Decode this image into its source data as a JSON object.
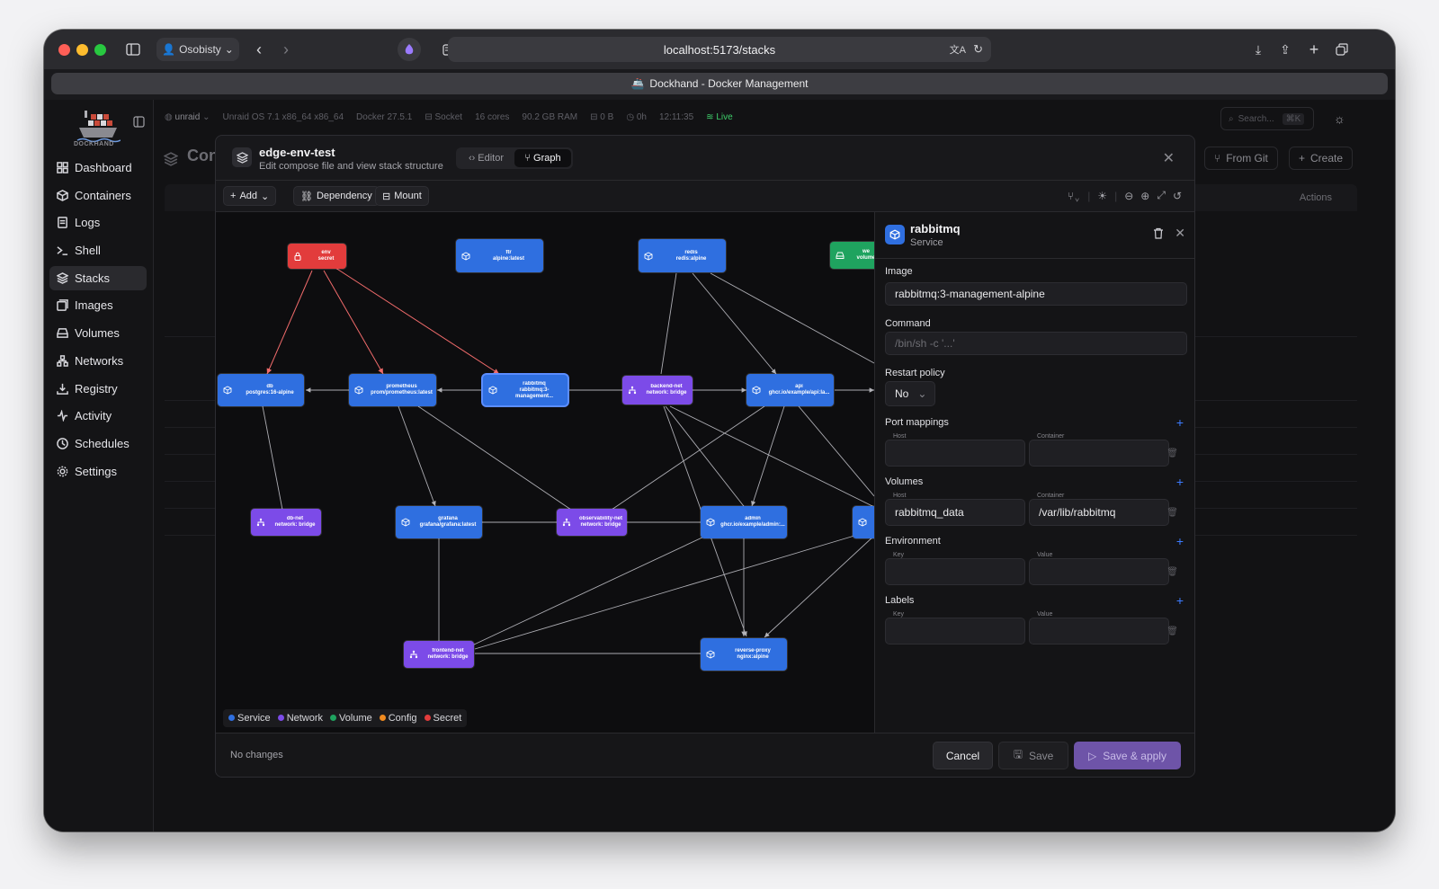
{
  "browser": {
    "profile": "Osobisty",
    "url": "localhost:5173/stacks",
    "tab_title": "Dockhand - Docker Management"
  },
  "app": {
    "logo_text": "DOCKHAND",
    "nav": [
      "Dashboard",
      "Containers",
      "Logs",
      "Shell",
      "Stacks",
      "Images",
      "Volumes",
      "Networks",
      "Registry",
      "Activity",
      "Schedules",
      "Settings"
    ],
    "active_nav": "Stacks",
    "host": "unraid",
    "host_info": [
      "Unraid OS 7.1 x86_64 x86_64",
      "Docker 27.5.1",
      "Socket",
      "16 cores",
      "90.2 GB RAM",
      "0 B",
      "0h",
      "12:11:35"
    ],
    "live": "Live",
    "search_placeholder": "Search...",
    "search_shortcut": "⌘K",
    "page_title": "Con",
    "from_git": "From Git",
    "create": "Create",
    "actions_col": "Actions"
  },
  "modal": {
    "title": "edge-env-test",
    "subtitle": "Edit compose file and view stack structure",
    "tab_editor": "Editor",
    "tab_graph": "Graph",
    "toolbar": {
      "add": "Add",
      "dependency": "Dependency",
      "mount": "Mount"
    },
    "legend": [
      "Service",
      "Network",
      "Volume",
      "Config",
      "Secret"
    ],
    "legend_colors": [
      "#2f6fe0",
      "#7c4be8",
      "#1fa35f",
      "#f08a1f",
      "#e23c3c"
    ],
    "nodes": {
      "env": [
        "env",
        "secret"
      ],
      "ftr": [
        "ftr",
        "alpine:latest"
      ],
      "redis": [
        "redis",
        "redis:alpine"
      ],
      "we": [
        "we",
        "volume"
      ],
      "db": [
        "db",
        "postgres:16-alpine"
      ],
      "prometheus": [
        "prometheus",
        "prom/prometheus:latest"
      ],
      "rabbitmq": [
        "rabbitmq",
        "rabbitmq:3-management..."
      ],
      "backend_net": [
        "backend-net",
        "network: bridge"
      ],
      "api": [
        "api",
        "ghcr.io/example/api:la..."
      ],
      "db_net": [
        "db-net",
        "network: bridge"
      ],
      "grafana": [
        "grafana",
        "grafana/grafana:latest"
      ],
      "observability_net": [
        "observability-net",
        "network: bridge"
      ],
      "admin": [
        "admin",
        "ghcr.io/example/admin:..."
      ],
      "frontend_net": [
        "frontend-net",
        "network: bridge"
      ],
      "reverse_proxy": [
        "reverse-proxy",
        "nginx:alpine"
      ]
    },
    "panel": {
      "name": "rabbitmq",
      "type": "Service",
      "image_label": "Image",
      "image": "rabbitmq:3-management-alpine",
      "command_label": "Command",
      "command_placeholder": "/bin/sh -c '...'",
      "restart_label": "Restart policy",
      "restart_value": "No",
      "ports_label": "Port mappings",
      "host": "Host",
      "container": "Container",
      "volumes_label": "Volumes",
      "volume_host": "rabbitmq_data",
      "volume_container": "/var/lib/rabbitmq",
      "env_label": "Environment",
      "key": "Key",
      "value": "Value",
      "labels_label": "Labels"
    },
    "footer": {
      "status": "No changes",
      "cancel": "Cancel",
      "save": "Save",
      "save_apply": "Save & apply"
    }
  }
}
